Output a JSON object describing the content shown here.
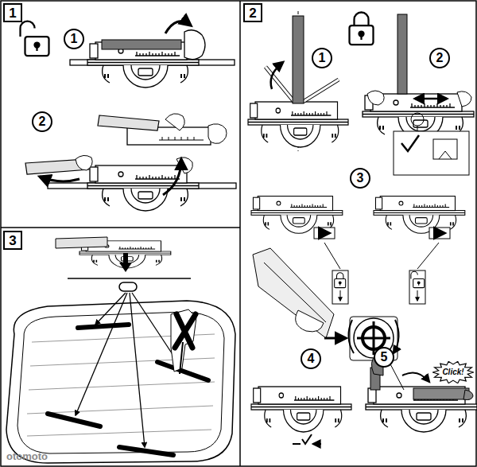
{
  "diagram": {
    "nodes": [
      {
        "text": [
          "1"
        ]
      },
      {
        "text": [
          "1"
        ]
      },
      {
        "text": [
          "2"
        ]
      },
      {
        "text": [
          "2"
        ]
      },
      {
        "text": [
          "1"
        ]
      },
      {
        "text": [
          "2"
        ]
      },
      {
        "text": [
          "3"
        ]
      },
      {
        "text": [
          "4"
        ]
      },
      {
        "text": [
          "5"
        ]
      },
      {
        "text": [
          "Click!"
        ]
      },
      {
        "text": [
          "3"
        ]
      }
    ],
    "labels": [
      "otomoto"
    ]
  }
}
